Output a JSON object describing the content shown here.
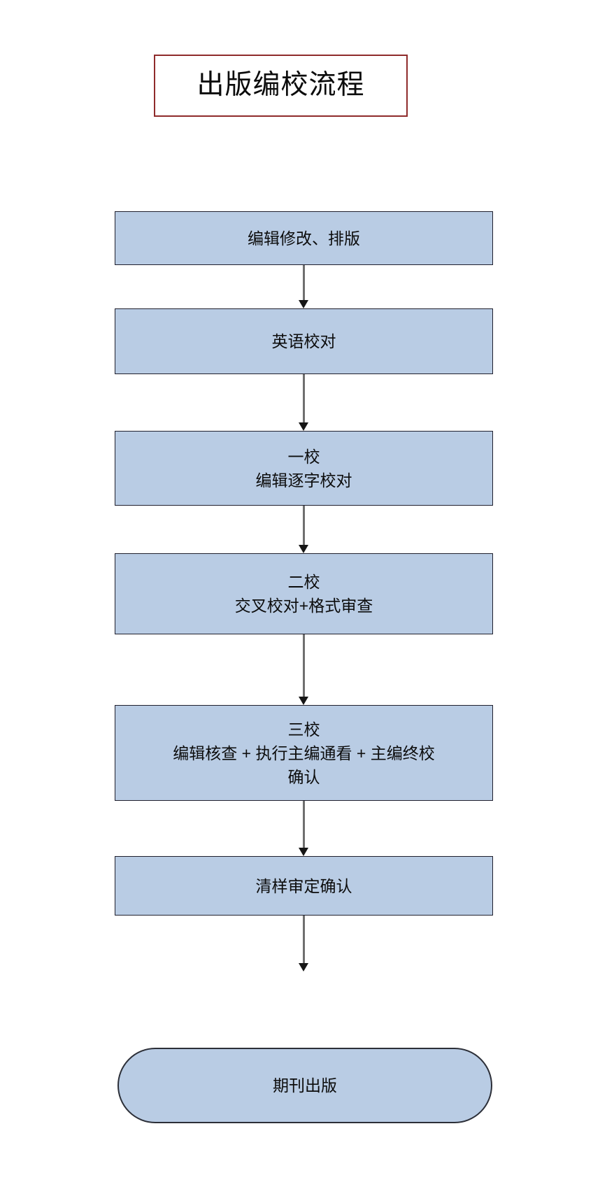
{
  "page": {
    "title": "出版编校流程",
    "background_color": "#ffffff"
  },
  "title_box": {
    "text": "出版编校流程",
    "border_color": "#8f2b2b",
    "fill_color": "#ffffff"
  },
  "style": {
    "node_fill": "#b9cce4",
    "node_border": "#20202e",
    "arrow_shaft_color": "#6f6f6f",
    "arrow_head_color": "#161616",
    "text_color": "#0c0c0c"
  },
  "flow": {
    "nodes": [
      {
        "id": "edit-layout",
        "shape": "rectangle",
        "lines": [
          "编辑修改、排版"
        ]
      },
      {
        "id": "english-proofread",
        "shape": "rectangle",
        "lines": [
          "英语校对"
        ]
      },
      {
        "id": "first-proof",
        "shape": "rectangle",
        "lines": [
          "一校",
          "编辑逐字校对"
        ]
      },
      {
        "id": "second-proof",
        "shape": "rectangle",
        "lines": [
          "二校",
          "交叉校对+格式审查"
        ]
      },
      {
        "id": "third-proof",
        "shape": "rectangle",
        "lines": [
          "三校",
          "编辑核查 + 执行主编通看 + 主编终校",
          "确认"
        ]
      },
      {
        "id": "clean-proof-approval",
        "shape": "rectangle",
        "lines": [
          "清样审定确认"
        ]
      },
      {
        "id": "journal-publication",
        "shape": "stadium",
        "lines": [
          "期刊出版"
        ]
      }
    ],
    "connectors": [
      {
        "id": "arrow-1",
        "from": "edit-layout",
        "to": "english-proofread",
        "direction": "down"
      },
      {
        "id": "arrow-2",
        "from": "english-proofread",
        "to": "first-proof",
        "direction": "down"
      },
      {
        "id": "arrow-3",
        "from": "first-proof",
        "to": "second-proof",
        "direction": "down"
      },
      {
        "id": "arrow-4",
        "from": "second-proof",
        "to": "third-proof",
        "direction": "down"
      },
      {
        "id": "arrow-5",
        "from": "third-proof",
        "to": "clean-proof-approval",
        "direction": "down"
      },
      {
        "id": "arrow-6",
        "from": "clean-proof-approval",
        "to": "journal-publication",
        "direction": "down"
      }
    ]
  }
}
